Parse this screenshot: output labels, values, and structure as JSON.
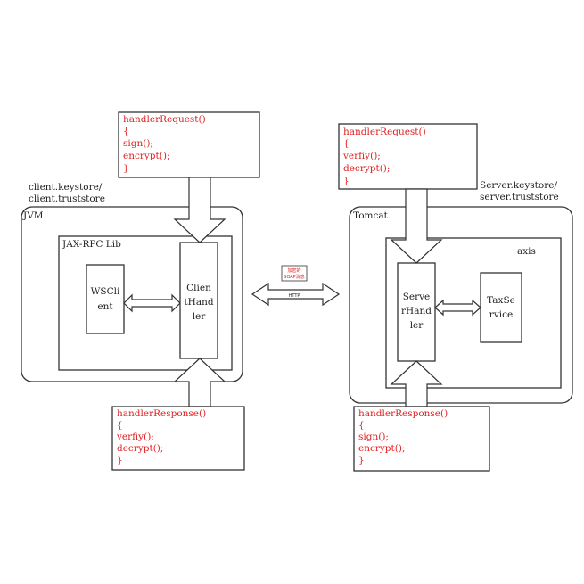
{
  "client": {
    "keystore_line1": "client.keystore/",
    "keystore_line2": "client.truststore",
    "jvm": "JVM",
    "lib": "JAX-RPC Lib",
    "wsclient": [
      "WSCli",
      "ent"
    ],
    "handler": [
      "Clien",
      "tHand",
      "ler"
    ],
    "request": {
      "title": "handlerRequest()",
      "open": "{",
      "lines": [
        "sign();",
        "encrypt();"
      ],
      "close": "}"
    },
    "response": {
      "title": "handlerResponse()",
      "open": "{",
      "lines": [
        "verfiy();",
        "decrypt();"
      ],
      "close": "}"
    }
  },
  "server": {
    "keystore_line1": "Server.keystore/",
    "keystore_line2": "server.truststore",
    "container": "Tomcat",
    "axis": "axis",
    "handler": [
      "Serve",
      "rHand",
      "ler"
    ],
    "service": [
      "TaxSe",
      "rvice"
    ],
    "request": {
      "title": "handlerRequest()",
      "open": "{",
      "lines": [
        "verfiy();",
        "decrypt();"
      ],
      "close": "}"
    },
    "response": {
      "title": "handlerResponse()",
      "open": "{",
      "lines": [
        "sign();",
        "encrypt();"
      ],
      "close": "}"
    }
  },
  "transport": {
    "label": "HTTP",
    "note_line1": "加密的",
    "note_line2": "SOAP消息"
  }
}
